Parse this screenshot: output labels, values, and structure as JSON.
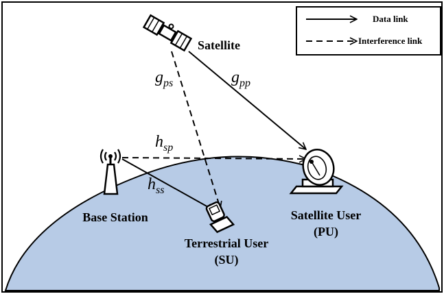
{
  "legend": {
    "data_link": "Data link",
    "interference_link": "Interference link"
  },
  "nodes": {
    "satellite": "Satellite",
    "base_station": "Base Station",
    "terrestrial_user_line1": "Terrestrial User",
    "terrestrial_user_line2": "(SU)",
    "satellite_user_line1": "Satellite User",
    "satellite_user_line2": "(PU)"
  },
  "links": {
    "g_ps": {
      "base": "g",
      "sub": "ps"
    },
    "g_pp": {
      "base": "g",
      "sub": "pp"
    },
    "h_sp": {
      "base": "h",
      "sub": "sp"
    },
    "h_ss": {
      "base": "h",
      "sub": "ss"
    }
  },
  "colors": {
    "earth_fill": "#b7cbe6",
    "stroke": "#000000"
  },
  "icons": [
    "satellite-icon",
    "antenna-tower-icon",
    "satellite-dish-icon",
    "mobile-phone-icon"
  ]
}
